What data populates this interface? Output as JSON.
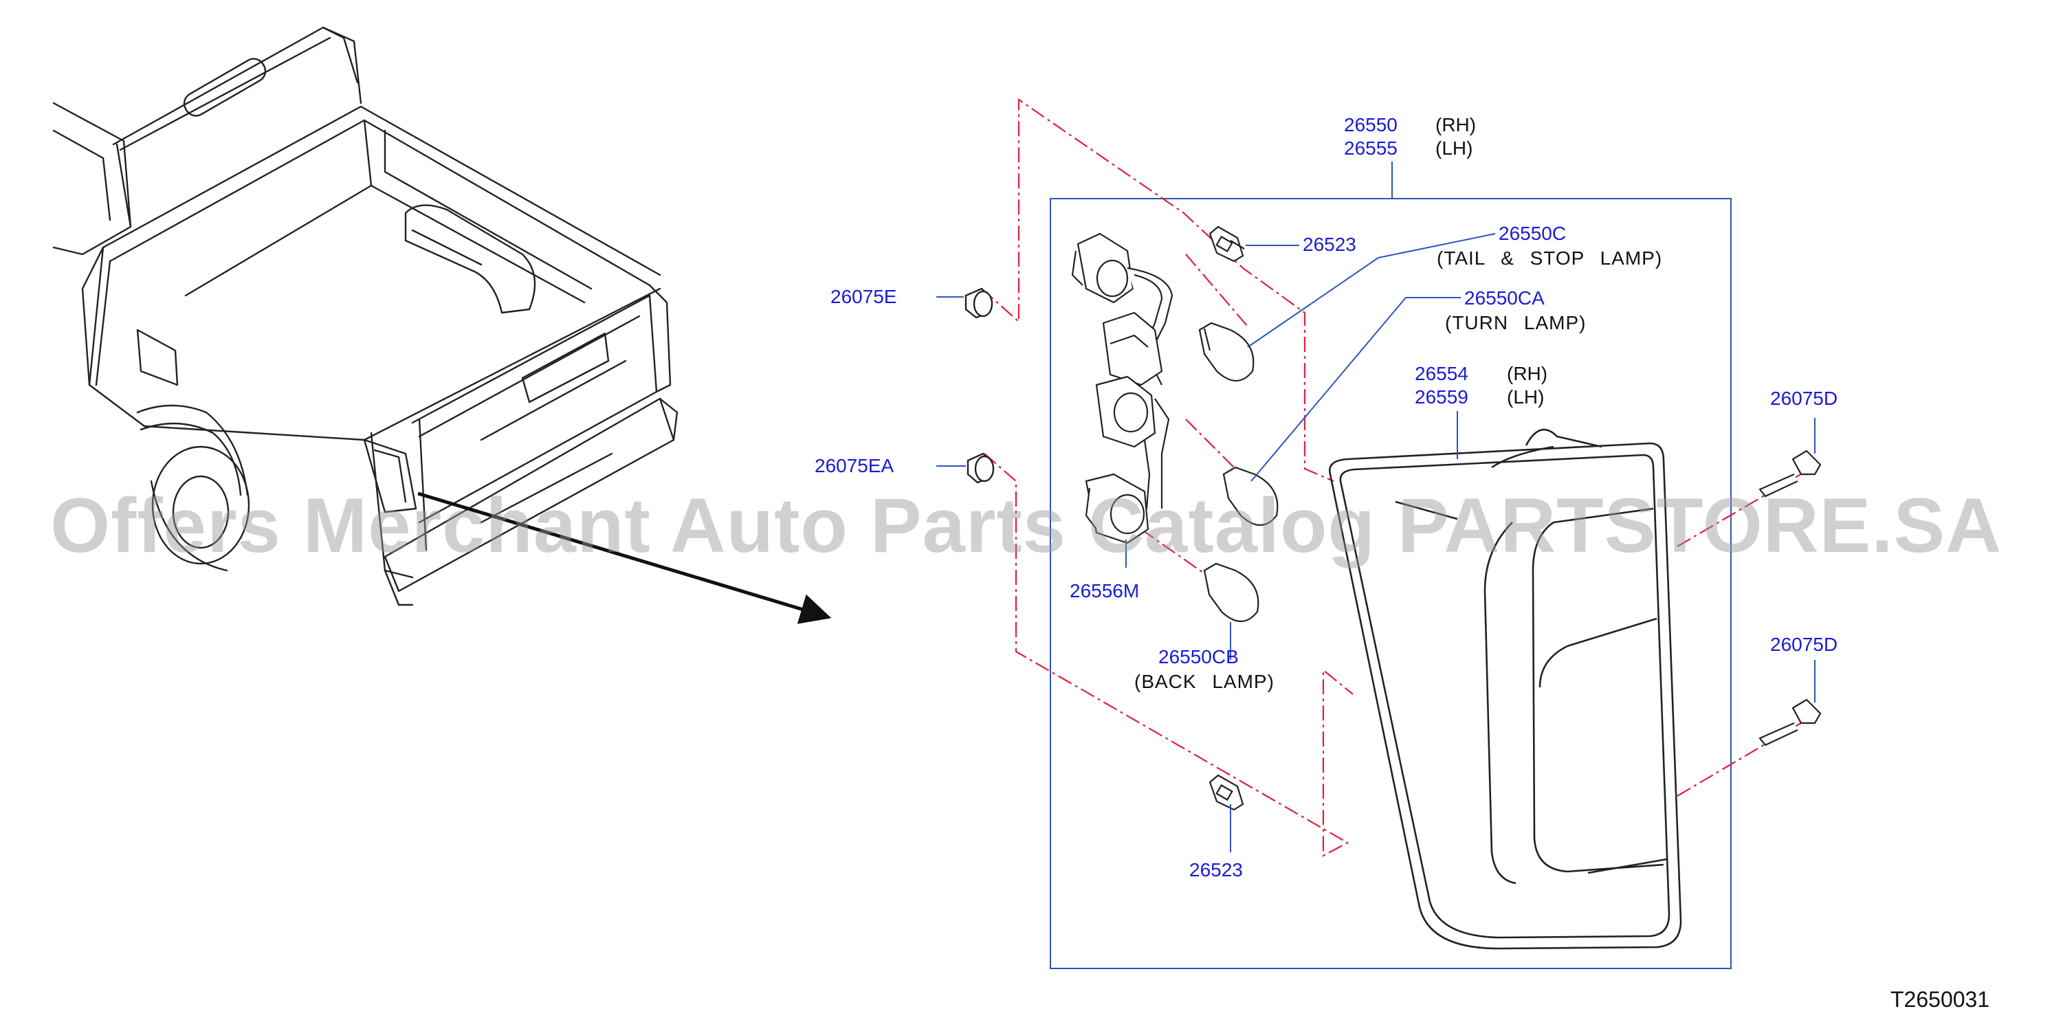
{
  "colors": {
    "part_number": "#1a1ad6",
    "line": "#222222",
    "callout": "#2a56b8",
    "dashed": "#e0203a",
    "watermark": "#969696"
  },
  "labels": {
    "p26550": "26550",
    "p26550_side": "(RH)",
    "p26555": "26555",
    "p26555_side": "(LH)",
    "p26523_top": "26523",
    "p26550C": "26550C",
    "p26550C_desc": "(TAIL & STOP LAMP)",
    "p26550CA": "26550CA",
    "p26550CA_desc": "(TURN LAMP)",
    "p26554": "26554",
    "p26554_side": "(RH)",
    "p26559": "26559",
    "p26559_side": "(LH)",
    "p26075E": "26075E",
    "p26075EA": "26075EA",
    "p26075D_top": "26075D",
    "p26075D_bottom": "26075D",
    "p26556M": "26556M",
    "p26550CB": "26550CB",
    "p26550CB_desc": "(BACK LAMP)",
    "p26523_bottom": "26523"
  },
  "diagram_code": "T2650031",
  "watermark": "Offers Merchant Auto Parts Catalog PARTSTORE.SA"
}
